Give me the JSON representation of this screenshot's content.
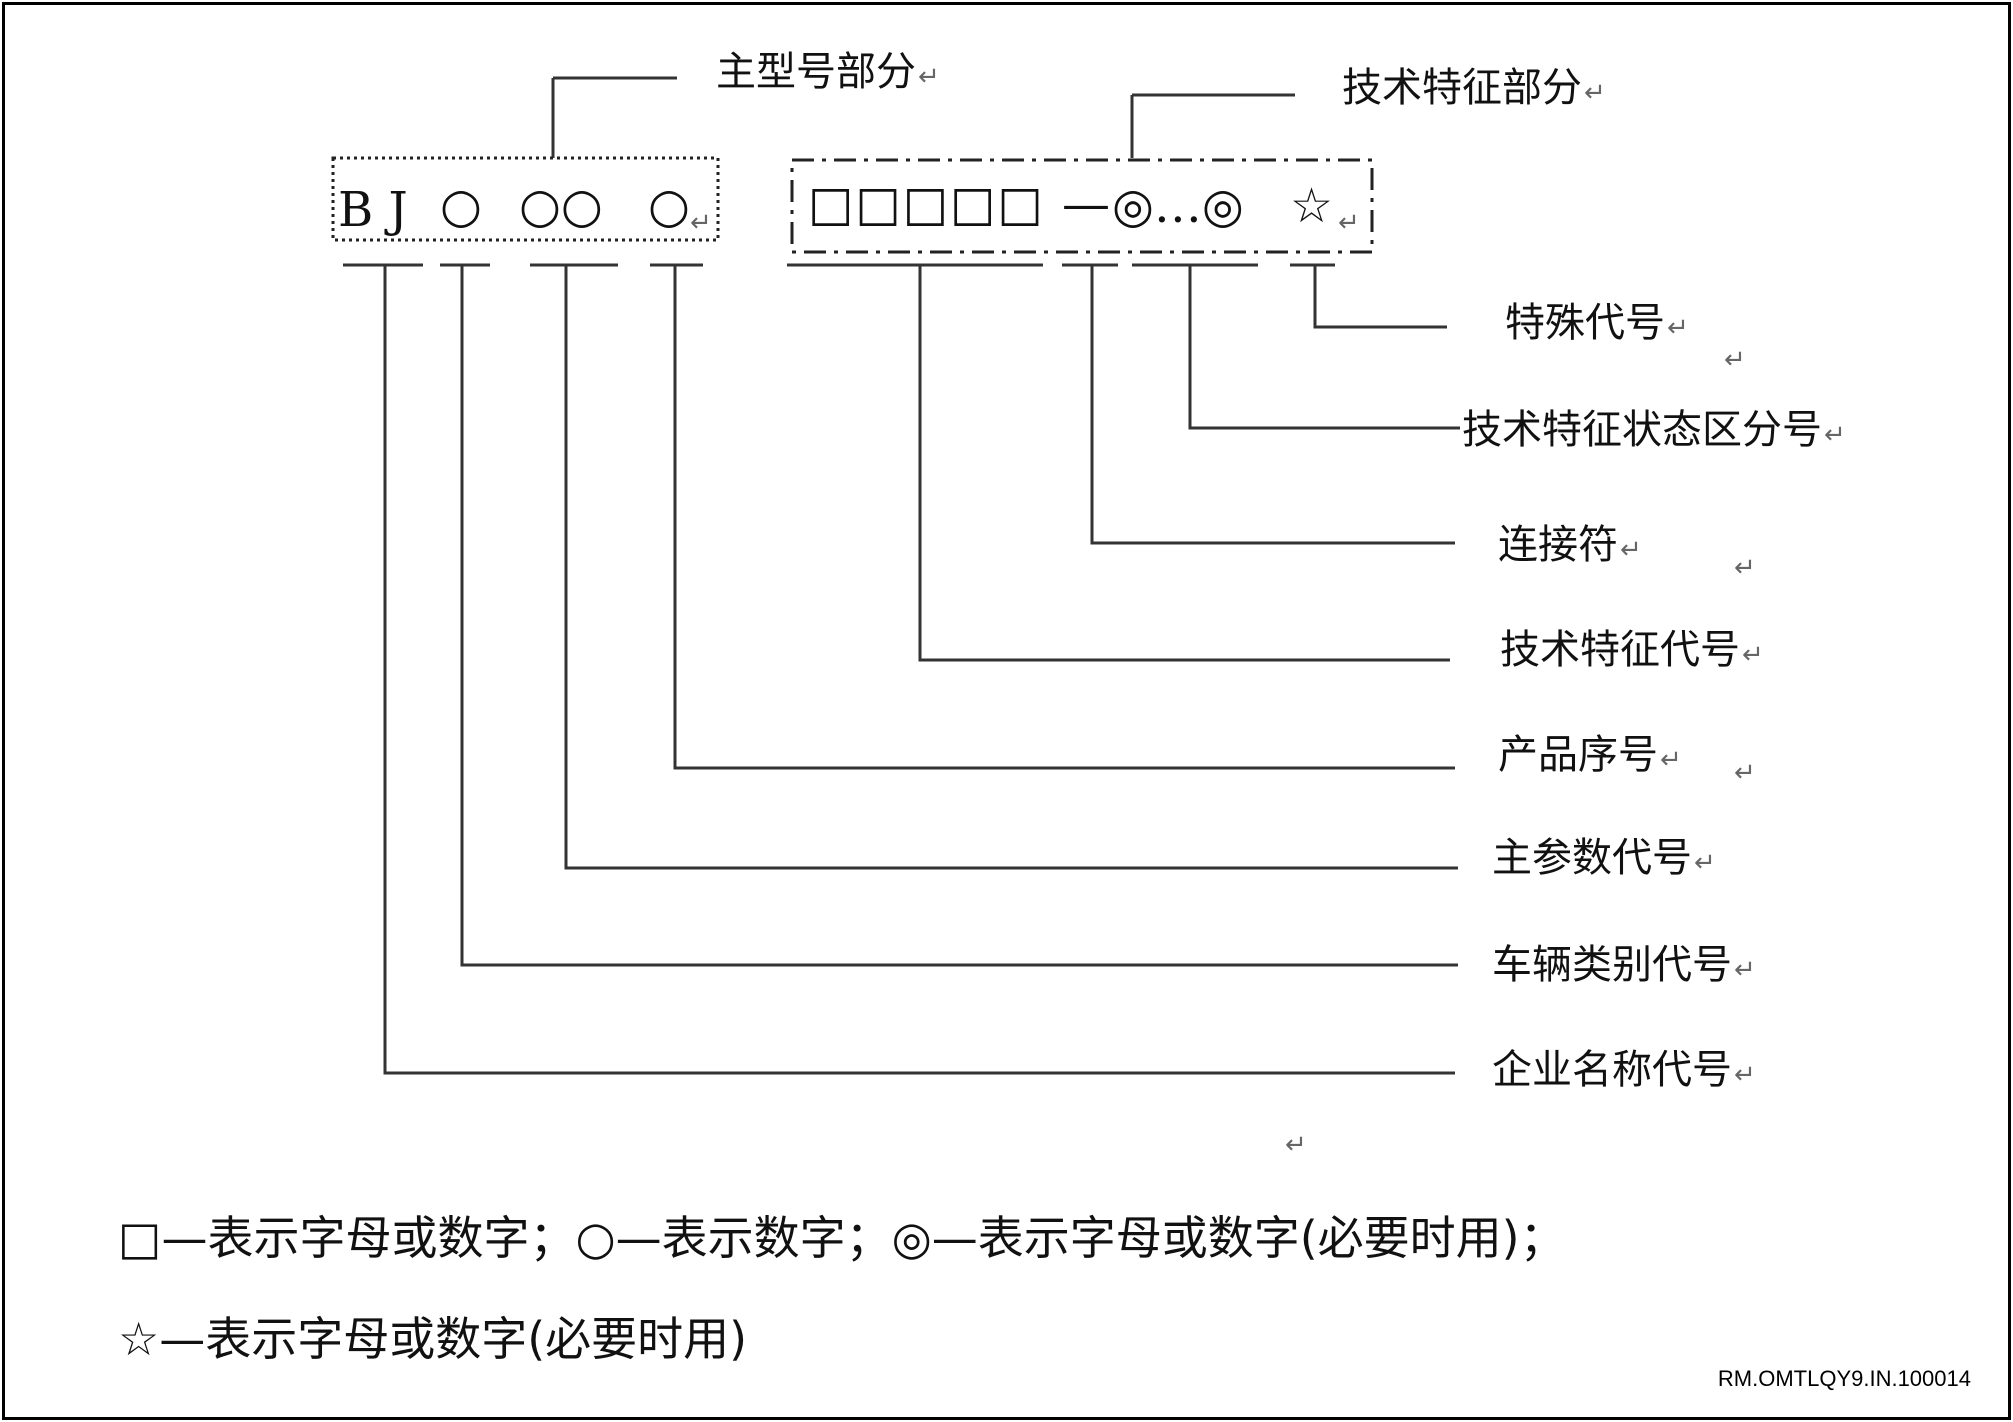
{
  "main_part_label": "主型号部分",
  "tech_part_label": "技术特征部分",
  "main_code": {
    "letters": "B J",
    "c1": "○",
    "c2": "○○",
    "c3": "○"
  },
  "tech_code": {
    "squares": "□□□□□",
    "dash": "—",
    "double_circles": "◎…◎",
    "star": "☆"
  },
  "fields": [
    "特殊代号",
    "技术特征状态区分号",
    "连接符",
    "技术特征代号",
    "产品序号",
    "主参数代号",
    "车辆类别代号",
    "企业名称代号"
  ],
  "legend": {
    "line1": "□—表示字母或数字；○—表示数字；◎—表示字母或数字(必要时用)；",
    "line2": "☆—表示字母或数字(必要时用)"
  },
  "return_mark": "↵",
  "reference": "RM.OMTLQY9.IN.100014"
}
